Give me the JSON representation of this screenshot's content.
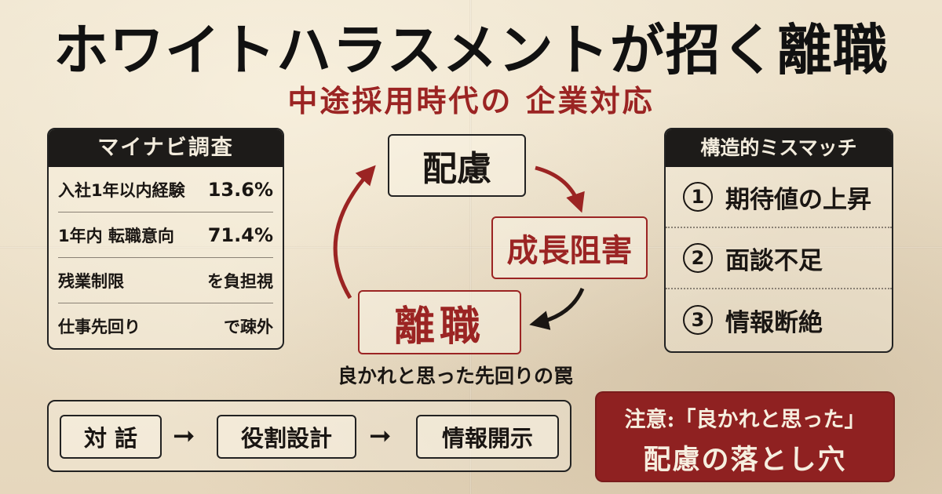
{
  "title": "ホワイトハラスメントが招く離職",
  "subtitle": "中途採用時代の 企業対応",
  "survey": {
    "heading": "マイナビ調査",
    "rows": [
      {
        "label": "入社1年以内経験",
        "value": "13.6%"
      },
      {
        "label": "1年内 転職意向",
        "value": "71.4%"
      },
      {
        "label": "残業制限",
        "value": "を負担視"
      },
      {
        "label": "仕事先回り",
        "value": "で疎外"
      }
    ]
  },
  "mismatch": {
    "heading": "構造的ミスマッチ",
    "items": [
      {
        "num": "1",
        "text": "期待値の上昇"
      },
      {
        "num": "2",
        "text": "面談不足"
      },
      {
        "num": "3",
        "text": "情報断絶"
      }
    ]
  },
  "cycle": {
    "hairyo": "配慮",
    "seicho": "成長阻害",
    "rishoku": "離職"
  },
  "trap": "良かれと思った先回りの罠",
  "flow": {
    "steps": [
      "対話",
      "役割設計",
      "情報開示"
    ],
    "arrow": "➞"
  },
  "caution": {
    "line1": "注意:「良かれと思った」",
    "line2": "配慮の落とし穴"
  },
  "colors": {
    "accent_red": "#9b2423",
    "caution_bg": "#8f2121",
    "dark": "#1d1b19",
    "paper": "#e9dcc4"
  }
}
